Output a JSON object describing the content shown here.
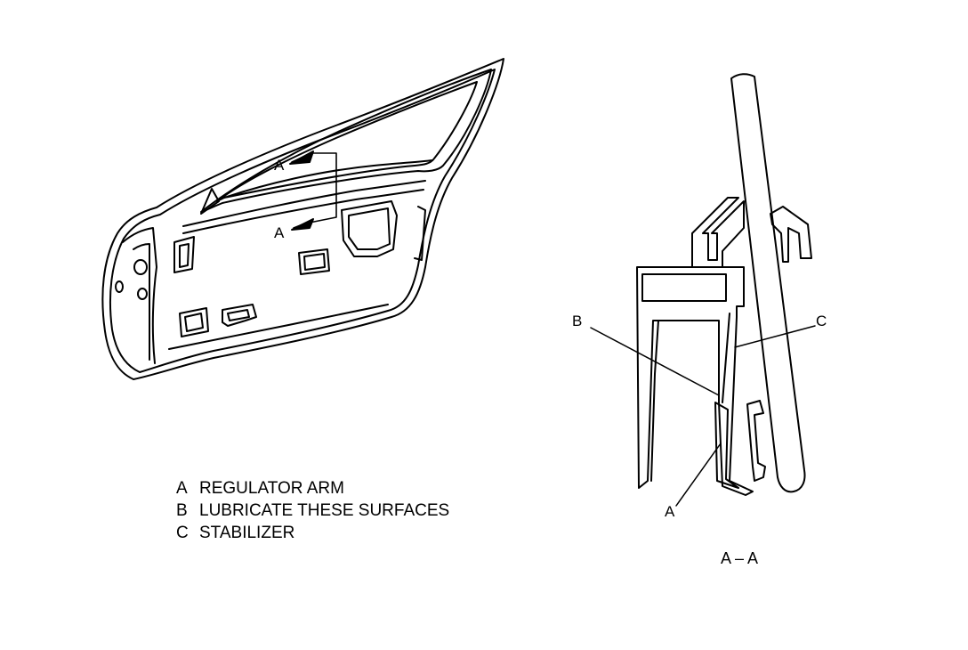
{
  "callouts": {
    "door_section_top": "A",
    "door_section_bottom": "A",
    "section_b": "B",
    "section_c": "C",
    "section_a": "A"
  },
  "legend": [
    {
      "key": "A",
      "text": "REGULATOR ARM"
    },
    {
      "key": "B",
      "text": "LUBRICATE THESE SURFACES"
    },
    {
      "key": "C",
      "text": "STABILIZER"
    }
  ],
  "section_title": "A – A",
  "colors": {
    "line": "#000000",
    "background": "#ffffff"
  }
}
